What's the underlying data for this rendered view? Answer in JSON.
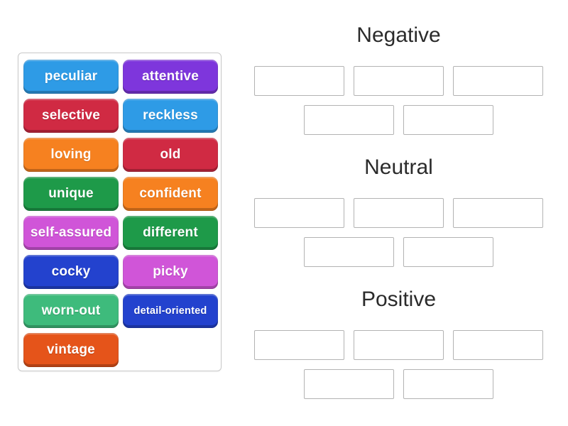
{
  "tray": {
    "tiles": [
      {
        "label": "peculiar",
        "color": "#2E9BE6"
      },
      {
        "label": "attentive",
        "color": "#7E36DC"
      },
      {
        "label": "selective",
        "color": "#D02A43"
      },
      {
        "label": "reckless",
        "color": "#2E9BE6"
      },
      {
        "label": "loving",
        "color": "#F68120"
      },
      {
        "label": "old",
        "color": "#D02A43"
      },
      {
        "label": "unique",
        "color": "#1E9A49"
      },
      {
        "label": "confident",
        "color": "#F68120"
      },
      {
        "label": "self-assured",
        "color": "#D055D8"
      },
      {
        "label": "different",
        "color": "#1E9A49"
      },
      {
        "label": "cocky",
        "color": "#2342CE"
      },
      {
        "label": "picky",
        "color": "#D055D8"
      },
      {
        "label": "worn-out",
        "color": "#3EBB7C"
      },
      {
        "label": "detail-oriented",
        "color": "#2342CE"
      },
      {
        "label": "vintage",
        "color": "#E5541A"
      }
    ]
  },
  "groups": [
    {
      "title": "Negative",
      "slots_row1": 3,
      "slots_row2": 2
    },
    {
      "title": "Neutral",
      "slots_row1": 3,
      "slots_row2": 2
    },
    {
      "title": "Positive",
      "slots_row1": 3,
      "slots_row2": 2
    }
  ],
  "colors": {
    "heading_text": "#2b2b2b",
    "slot_border": "#b3b3b3",
    "tray_border": "#c9c9c9"
  }
}
